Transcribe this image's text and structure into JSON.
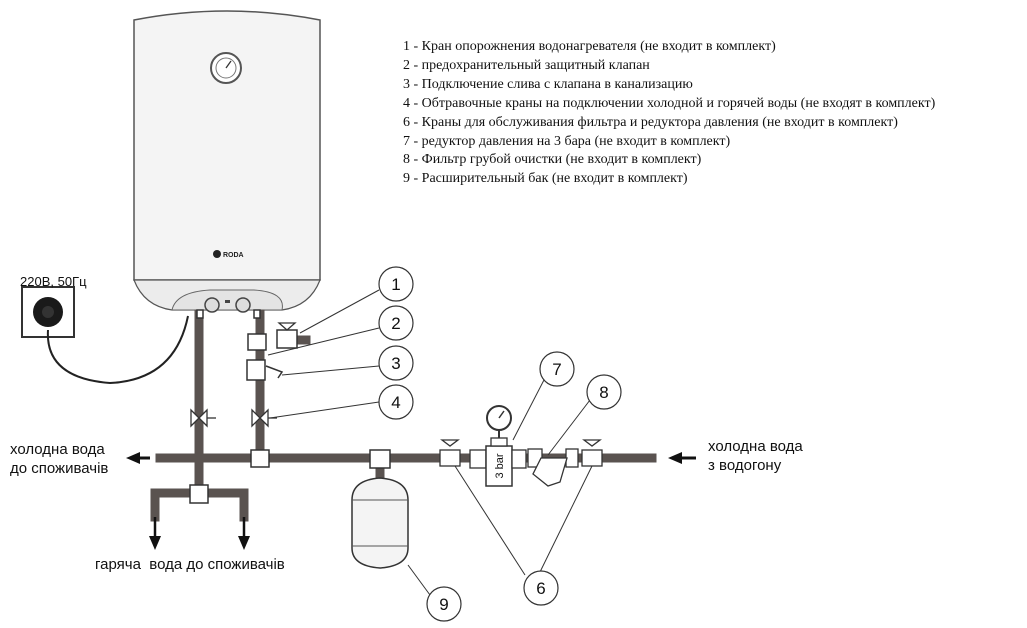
{
  "legend": [
    "1 - Кран опорожнения водонагревателя (не входит в комплект)",
    "2 - предохранительный защитный клапан",
    "3 - Подключение слива с клапана в канализацию",
    "4 - Обтравочные краны на подключении холодной и горячей воды (не входят в комплект)",
    "6 - Краны для обслуживания фильтра и редуктора давления (не входит в комплект)",
    "7 - редуктор давления на 3 бара (не входит в комплект)",
    "8 - Фильтр грубой очистки (не входит в комплект)",
    "9 - Расширительный бак (не входит в комплект)"
  ],
  "labels": {
    "power": "220В, 50Гц",
    "cold_out_line1": "холодна вода",
    "cold_out_line2": "до споживачів",
    "cold_in_line1": "холодна вода",
    "cold_in_line2": "з водогону",
    "hot_out": "гаряча  вода до споживачів",
    "reducer": "3 bar",
    "brand": "RODA"
  },
  "callouts": [
    "1",
    "2",
    "3",
    "4",
    "7",
    "8",
    "9",
    "6"
  ],
  "colors": {
    "pipe": "#5a5350",
    "line": "#222222",
    "tank": "#f4f4f4"
  }
}
